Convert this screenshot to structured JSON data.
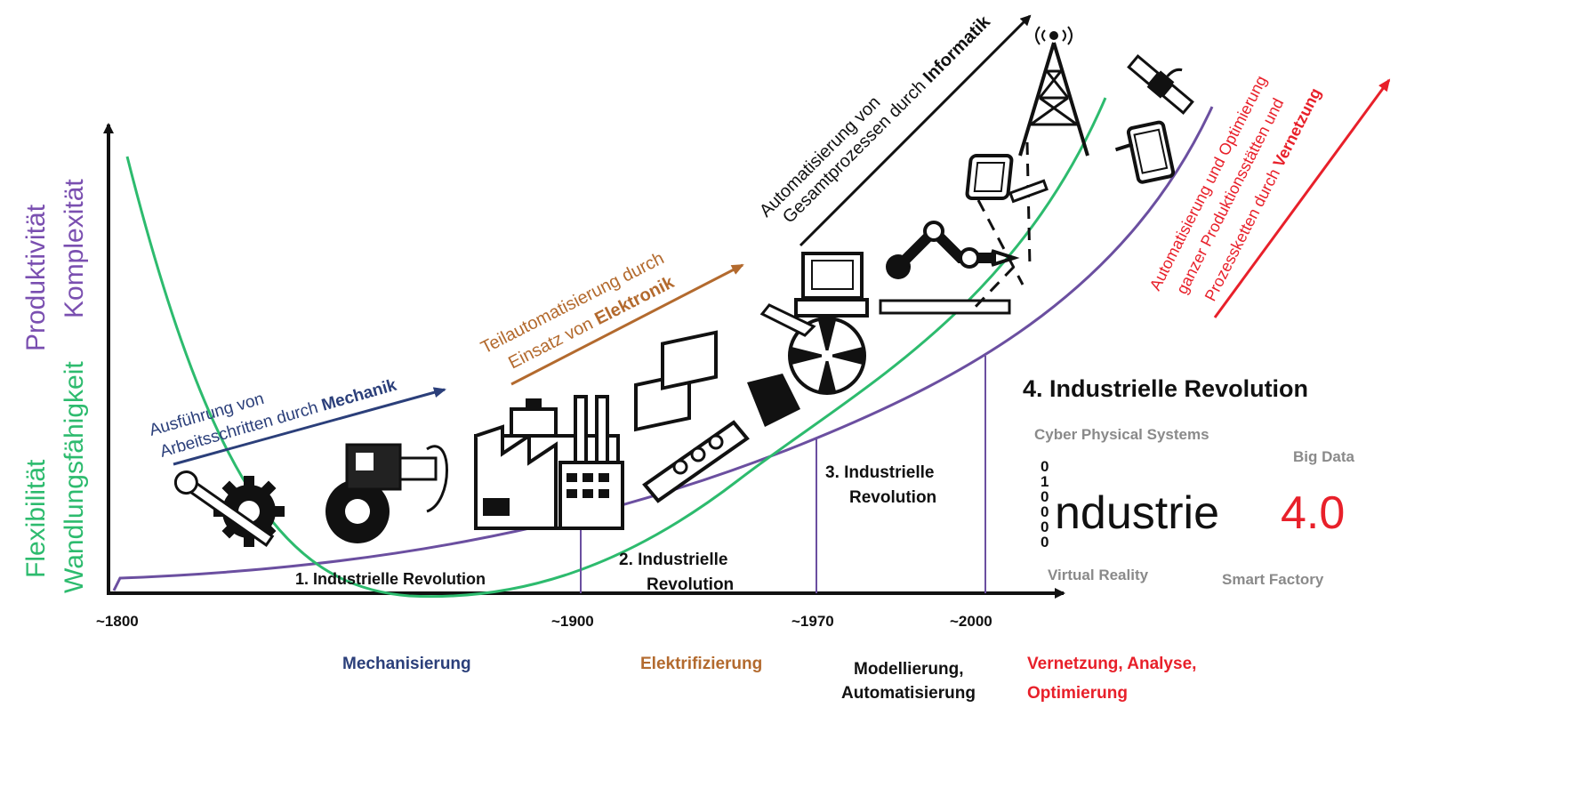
{
  "axis": {
    "y_labels": {
      "produktivitaet": "Produktivität",
      "komplexitaet": "Komplexität",
      "flexibilitaet": "Flexibilität",
      "wandlungsfaehigkeit": "Wandlungsfähigkeit"
    },
    "x_ticks": [
      "~1800",
      "~1900",
      "~1970",
      "~2000"
    ]
  },
  "arrows": {
    "mechanik": {
      "line1": "Ausführung von",
      "line2_prefix": "Arbeitsschritten durch ",
      "line2_bold": "Mechanik"
    },
    "elektronik": {
      "line1": "Teilautomatisierung durch",
      "line2_prefix": "Einsatz von ",
      "line2_bold": "Elektronik"
    },
    "informatik": {
      "line1": "Automatisierung von",
      "line2_prefix": "Gesamtprozessen durch ",
      "line2_bold": "Informatik"
    },
    "vernetzung": {
      "line1": "Automatisierung und Optimierung",
      "line2": "ganzer Produktionsstätten und",
      "line3_prefix": "Prozessketten durch ",
      "line3_bold": "Vernetzung"
    }
  },
  "revolutions": {
    "r1": "1. Industrielle Revolution",
    "r2_line1": "2. Industrielle",
    "r2_line2": "Revolution",
    "r3_line1": "3. Industrielle",
    "r3_line2": "Revolution",
    "r4": "4. Industrielle  Revolution"
  },
  "industrie40": {
    "binary": [
      "0",
      "1",
      "0",
      "0",
      "0",
      "0"
    ],
    "word": "ndustrie",
    "version": "4.0",
    "keywords": [
      "Cyber Physical Systems",
      "Big Data",
      "Smart Factory",
      "Virtual Reality"
    ]
  },
  "eras": {
    "mechanisierung": "Mechanisierung",
    "elektrifizierung": "Elektrifizierung",
    "modellierung_line1": "Modellierung,",
    "modellierung_line2": "Automatisierung",
    "vernetzung_line1": "Vernetzung,  Analyse,",
    "vernetzung_line2": "Optimierung"
  },
  "colors": {
    "purple": "#6b4fa0",
    "green": "#2dbb6e",
    "blue": "#2b3f7a",
    "orange": "#b36a2e",
    "red": "#e8202a",
    "black": "#111111",
    "gray": "#8a8a8a"
  }
}
